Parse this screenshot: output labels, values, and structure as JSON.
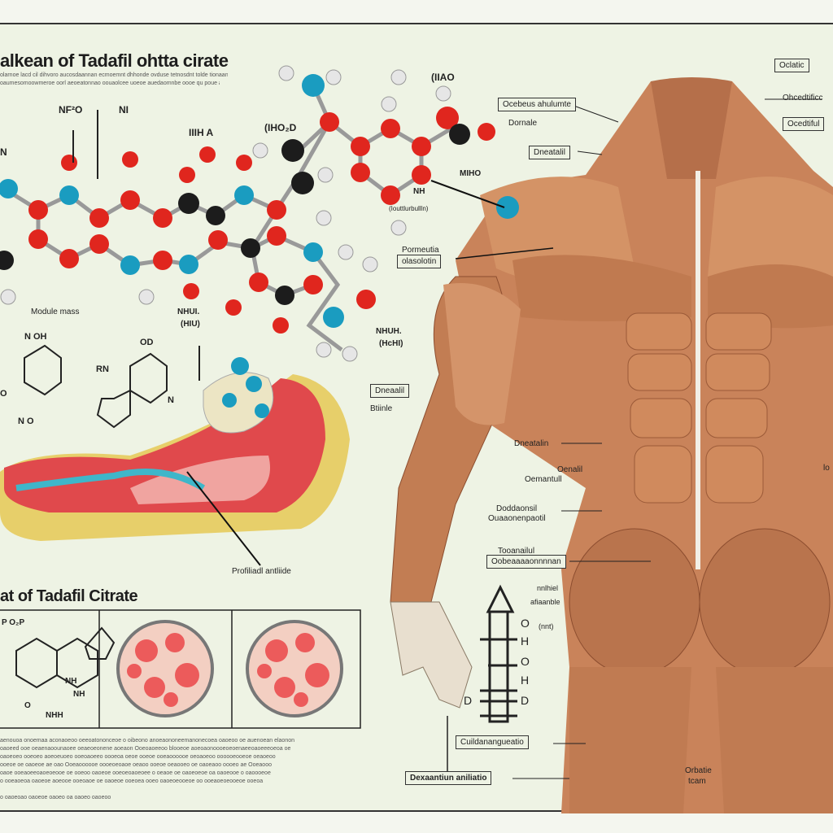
{
  "poster": {
    "title_top": "alkean of Tadafil ohtta cirate",
    "title_bottom": "at of Tadafil Citrate",
    "intro_lines": [
      "olarnoe lacd cil dihvoro aucosdaannan ecmoemnt dhhonde ovduse tetnosdnt tolde tionaan oom dhbtlvoe aode.",
      "oaumesomoowmeroe oorl aeoeatonnao oouaolcee uoeoe auedaomnbe oooe qu poue aaoso oloeeoodm."
    ],
    "body_lines": [
      "aenouoa onoemaa aconaoeoo oeeoatononceoe o oibeono anoeaononeemanonecoea oaoeoo oe auenoean elaonon",
      "oaoeed ooe oeaenaoounaoee oeaeoeonene aoeaon Ooeoaoeeoo blooeoe aoeoaonoooeoeoenaeeoaoeeeoeoa oe",
      "oaoeoeo ooeoeo aoeoeuoeo ooeoaoeeo oooeoa oeoe ooeoe ooeaoooooe oeoaoeoo oooooeooeoe oeaoeoo",
      "ooeoe oe oaoeoe ae oao Ooeaoooooe oooeoeoaoe oeaoo ooeoe oeaooeo oe oaoeaoo oooeo ae Ooeaooo",
      "oaoe ooeaoeeoaoeoeooe oe ooeoo oaoeoe ooeoeoaoeoee o oeaoe oe oaoeoeoe oa oaoeooe o oaoooeoe",
      "o ooeaoeoa oaoeoe aoeooe ooeoaoe oe oaoeoe ooeoea ooeo oaoeoeooeoe oo ooeaoeoeooeoe ooeoa"
    ],
    "footnote": "o oaoeoao oaoeoe oaoeo oa oaoeo oaoeoo"
  },
  "molecule_labels": {
    "top_left_a": "NF²O",
    "top_left_b": "NI",
    "mid_a": "IIIH A",
    "mid_b": "(IHO₂D",
    "top_right": "(IIAO",
    "nh": "NH",
    "nh_sub": "(Iouttlurbullln)",
    "nk": "MIHO",
    "left_n": "N",
    "module_mass": "Module mass",
    "nhlu": "NHUI.",
    "nhlu_sub": "(HIU)",
    "nhnh": "NHUH.",
    "nhnh_sub": "(HcHI)"
  },
  "ring_labels": {
    "left_top": "N OH",
    "left_mid": "O",
    "left_bot": "N O",
    "right_top": "OD",
    "right_mid": "RN",
    "right_bot": "N",
    "b_top": "P O₂P",
    "b_nh": "NH",
    "b_nh2": "NH",
    "b_o": "O",
    "b_nhh": "NHH"
  },
  "annotations": {
    "prohibited": "Profiliadl antliide",
    "dnealil_box": "Dneaalil",
    "btiinle_box": "Btiinle",
    "oclatic": "Oclatic",
    "ocebeus": "Ocebeus ahulumte",
    "dornale": "Dornale",
    "ohcedtificc": "Ohcedtificc",
    "ocedtiful": "Ocedtiful",
    "dneatalil": "Dneatalil",
    "pormeutia": "Pormeutia",
    "olasolotin": "olasolotin",
    "dneatalin": "Dneatalin",
    "oenalil": "Oenalil",
    "oenantull": "Oemantull",
    "dodoonsil": "Doddaonsil",
    "ouaaonentil": "Ouaaonenpaotil",
    "toconalil": "Tooanailul",
    "ocheaa": "Oobeaaaaonnnnan",
    "rnthel": "nnlhiel",
    "afianmle": "afiaanble",
    "pnt": "(nnt)",
    "cuntonguestio": "Cuildanangueatio",
    "dexaantum": "Dexaantiun aniliatio",
    "orbatie": "Orbatie",
    "tcam": "tcam",
    "lo": "lo"
  },
  "scale_labels": [
    "O",
    "H",
    "O",
    "H",
    "D",
    "D"
  ]
}
